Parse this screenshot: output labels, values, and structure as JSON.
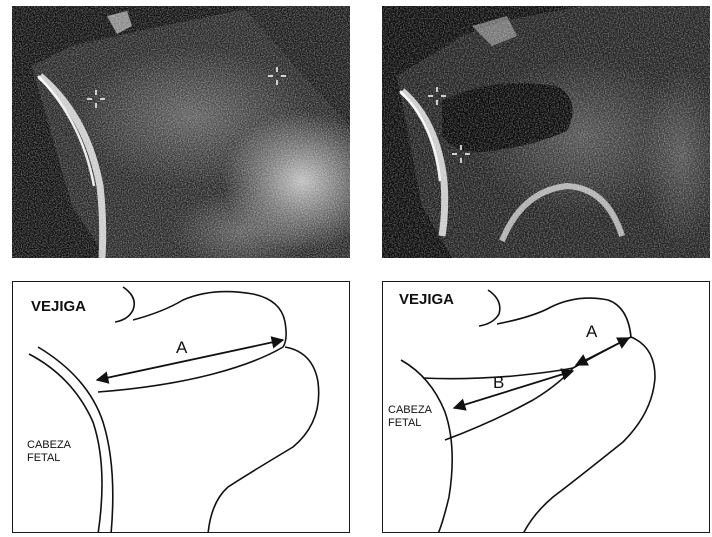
{
  "figure": {
    "ultrasound_left": {
      "caption": "",
      "calipers": 2
    },
    "ultrasound_right": {
      "caption": "",
      "calipers": 2
    },
    "diagram_left": {
      "bladder_label": "VEJIGA",
      "measure_a": "A",
      "head_label_line1": "CABEZA",
      "head_label_line2": "FETAL"
    },
    "diagram_right": {
      "bladder_label": "VEJIGA",
      "measure_a": "A",
      "measure_b": "B",
      "head_label_line1": "CABEZA",
      "head_label_line2": "FETAL"
    }
  },
  "colors": {
    "background": "#ffffff",
    "ink": "#111111",
    "ultrasound_bg": "#080808"
  }
}
